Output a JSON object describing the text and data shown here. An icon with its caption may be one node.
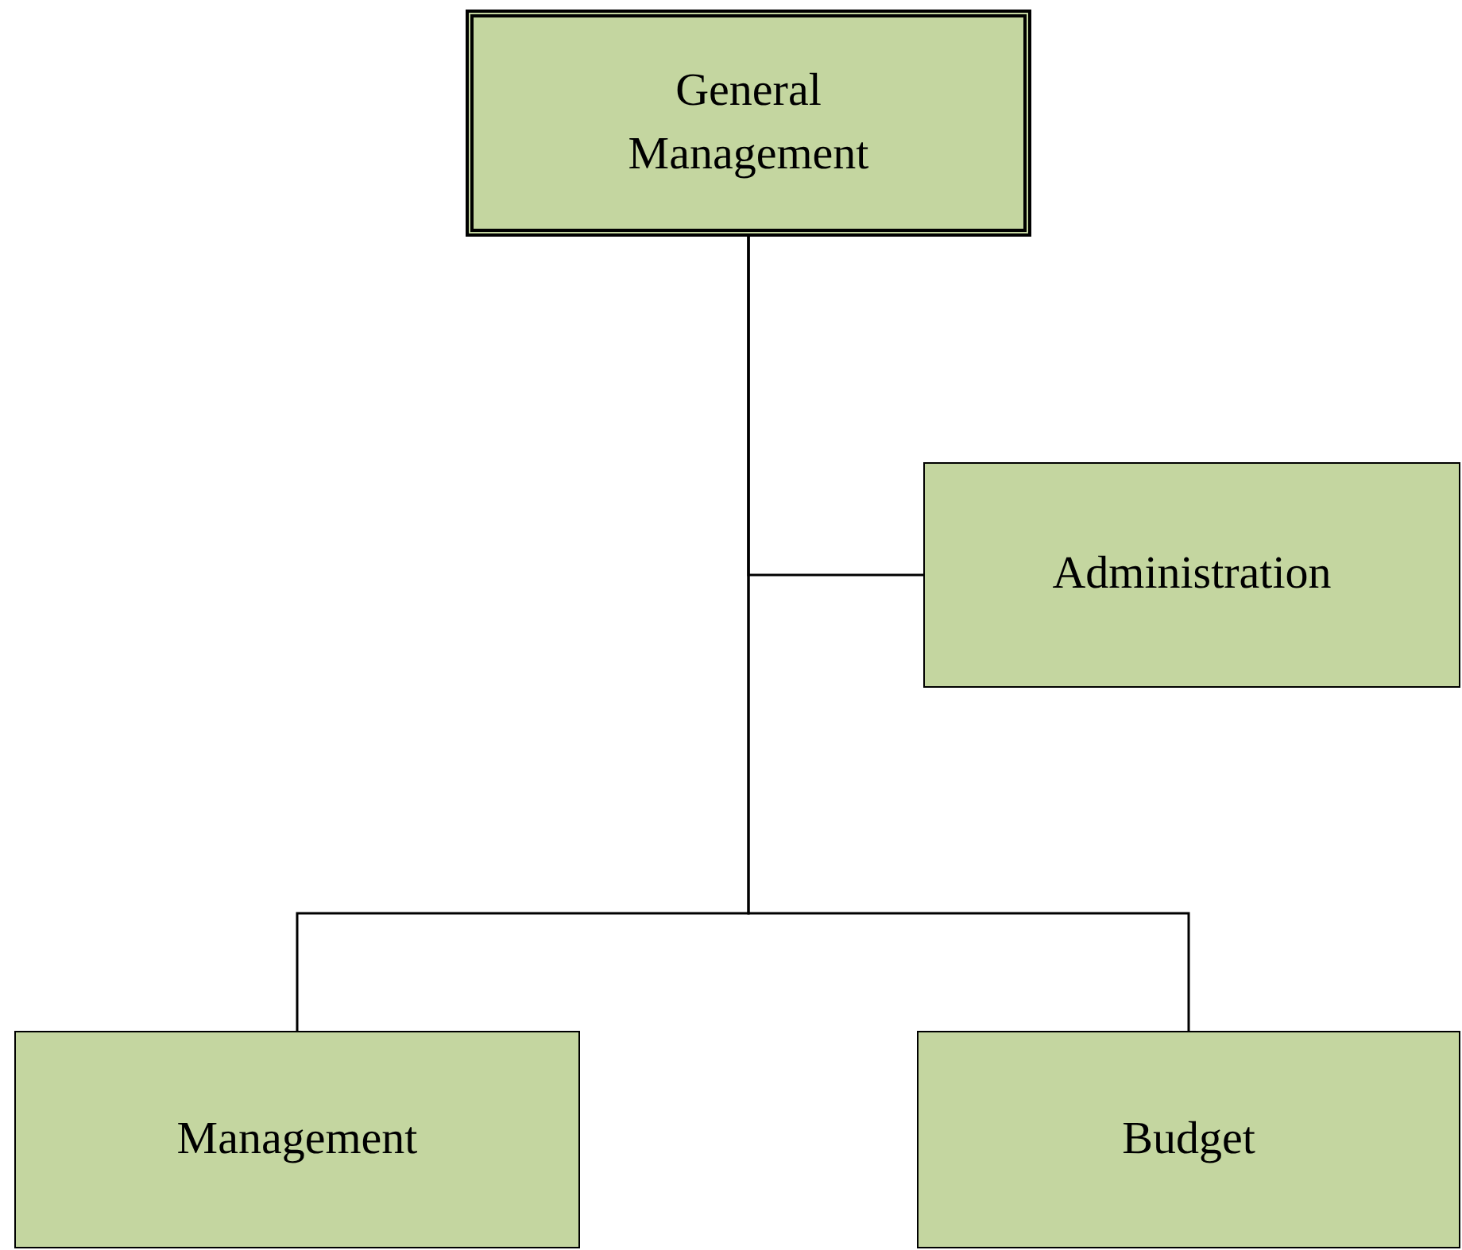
{
  "diagram": {
    "nodes": [
      {
        "text": [
          "General Management"
        ]
      },
      {
        "text": [
          "Administration"
        ]
      },
      {
        "text": [
          "Management"
        ]
      },
      {
        "text": [
          "Budget"
        ]
      }
    ],
    "edges": [
      {
        "from": 0,
        "to": 1,
        "arrow": "none"
      },
      {
        "from": 0,
        "to": 2,
        "arrow": "none"
      },
      {
        "from": 0,
        "to": 3,
        "arrow": "none"
      }
    ]
  }
}
